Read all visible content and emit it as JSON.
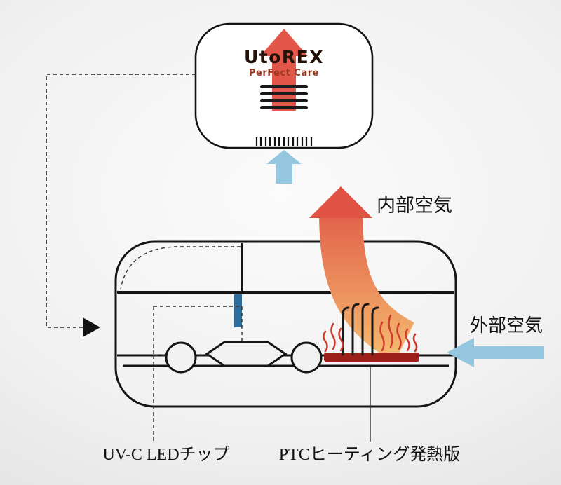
{
  "device_top": {
    "brand": "UtoREX",
    "tagline": "PerFect Care"
  },
  "flow_labels": {
    "internal_air": "内部空気",
    "external_air": "外部空気"
  },
  "component_labels": {
    "uvc_led": "UV-C LEDチップ",
    "ptc_heater": "PTCヒーティング発熱版"
  },
  "colors": {
    "hot_arrow_top": "#df5244",
    "hot_arrow_bottom": "#f4b86e",
    "device_arrow": "#e2574a",
    "cool_arrow": "#94c6e0",
    "uv_bar": "#2e6d9c",
    "heater_plate": "#9c1f1a",
    "flame": "#cf3b2e",
    "logo": "#241208",
    "tagline": "#9b3a24",
    "outline": "#151515"
  }
}
